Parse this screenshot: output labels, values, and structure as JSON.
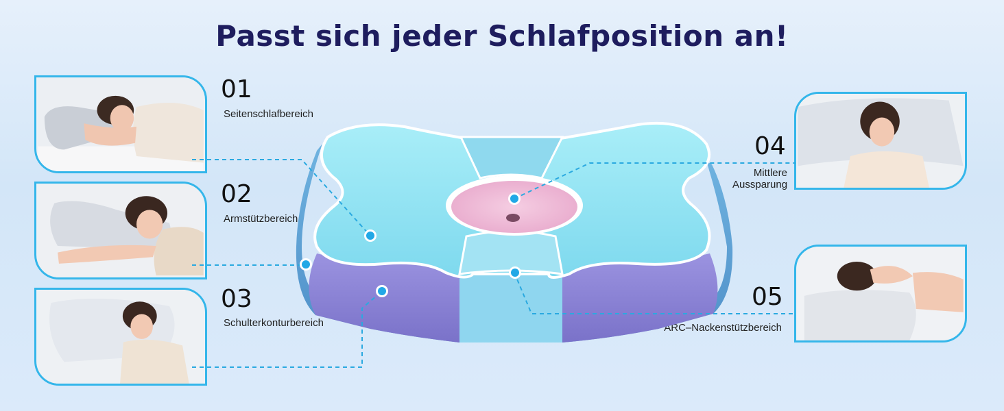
{
  "title": "Passt sich jeder Schlafposition an!",
  "zones": [
    {
      "number": "01",
      "label": "Seitenschlafbereich"
    },
    {
      "number": "02",
      "label": "Armstützbereich"
    },
    {
      "number": "03",
      "label": "Schulterkonturbereich"
    },
    {
      "number": "04",
      "label": "Mittlere Aussparung"
    },
    {
      "number": "05",
      "label": "ARC–Nackenstützbereich"
    }
  ],
  "colors": {
    "title": "#1e1d5e",
    "frame": "#34b6ea",
    "dash": "#2aa9e0",
    "pillow_top": "#a6ecf6",
    "pillow_side_blue": "#5a9ed4",
    "pillow_side_purple": "#8a83d8",
    "center_pink": "#f2c2dc"
  },
  "icons": [
    "person-side-sleeping",
    "person-arm-rest",
    "person-shoulder",
    "person-back-center",
    "person-neck-arc",
    "contour-pillow"
  ]
}
